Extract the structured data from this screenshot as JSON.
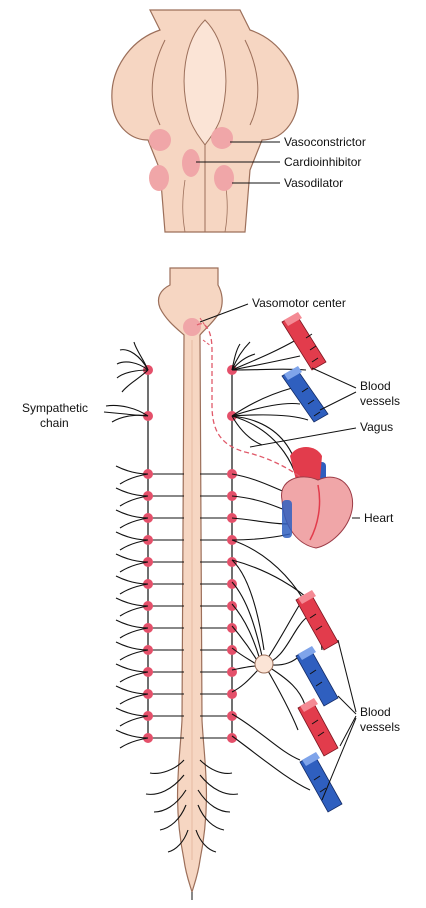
{
  "labels": {
    "vasoconstrictor": "Vasoconstrictor",
    "cardioinhibitor": "Cardioinhibitor",
    "vasodilator": "Vasodilator",
    "vasomotor_center": "Vasomotor center",
    "blood_vessels_1_line1": "Blood",
    "blood_vessels_1_line2": "vessels",
    "sympathetic_chain_line1": "Sympathetic",
    "sympathetic_chain_line2": "chain",
    "vagus": "Vagus",
    "heart": "Heart",
    "blood_vessels_2_line1": "Blood",
    "blood_vessels_2_line2": "vessels"
  },
  "colors": {
    "tissue": "#f6d6c2",
    "tissue_stroke": "#9c6f5a",
    "center": "#f0a6a8",
    "ganglion": "#e4506a",
    "artery": "#e23c4c",
    "vein": "#2f5fbf",
    "nerve": "#111111",
    "vagus": "#e05a6a"
  }
}
